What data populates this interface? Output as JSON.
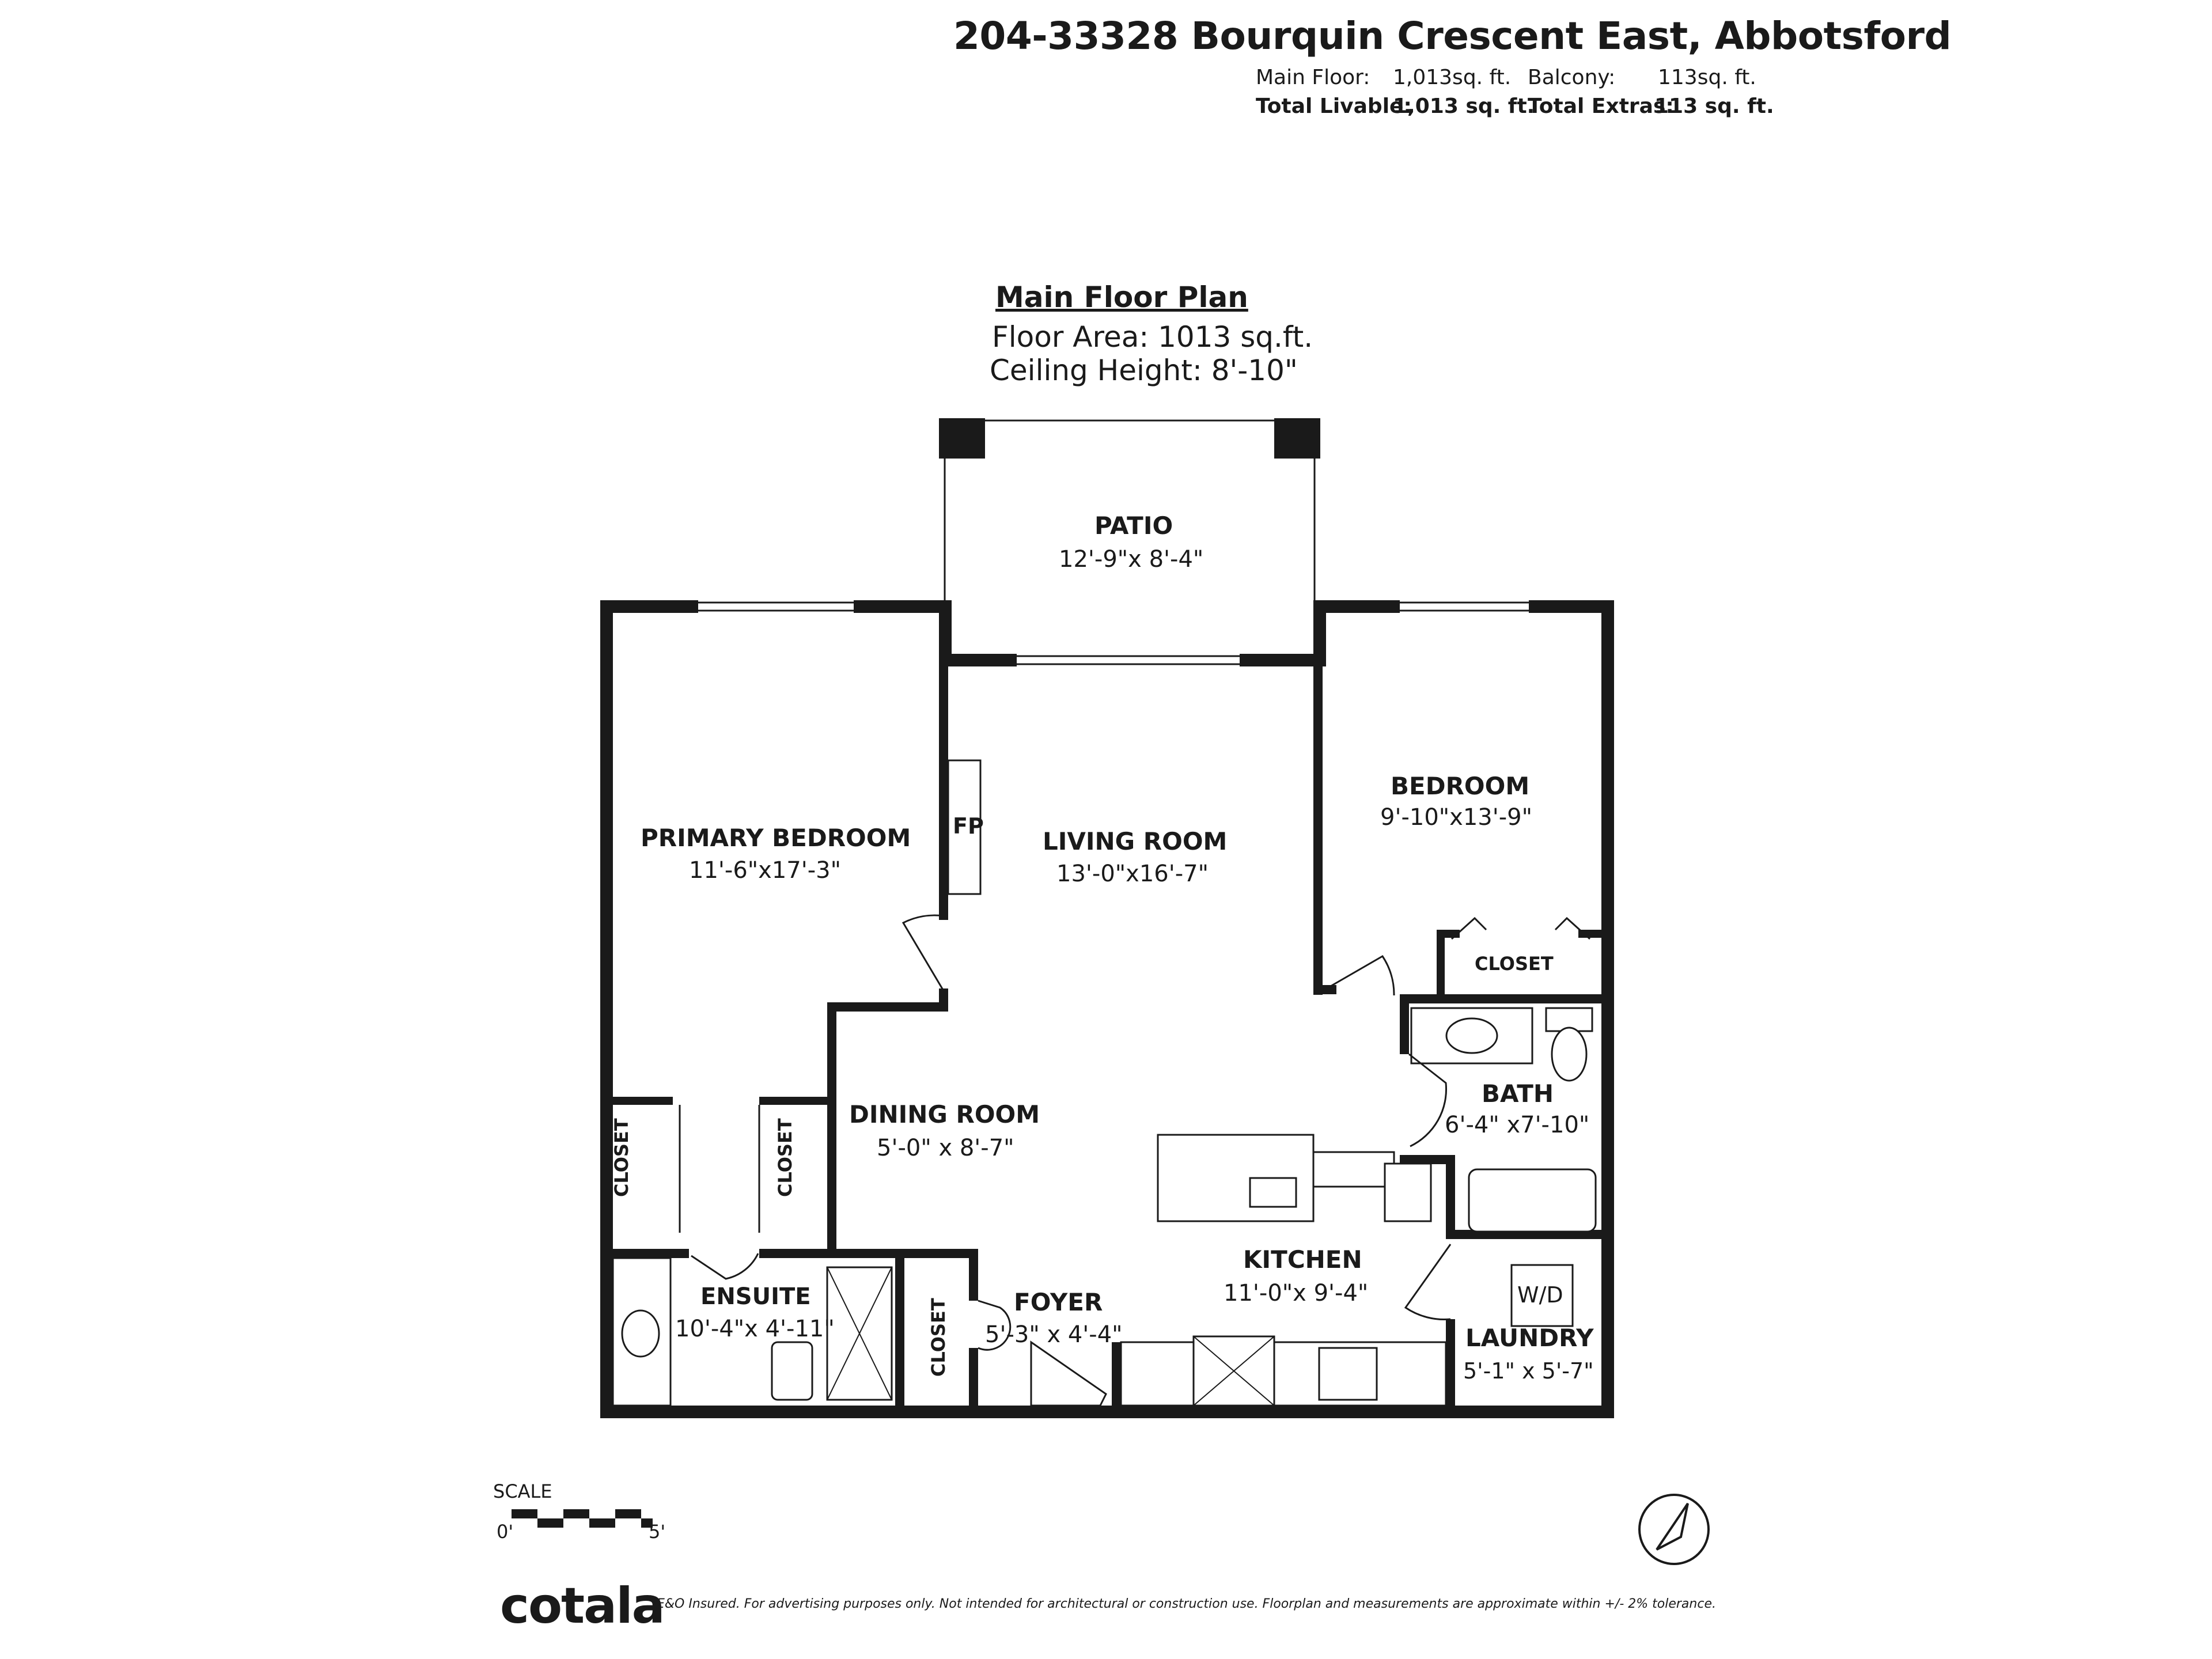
{
  "header": {
    "address": "204-33328 Bourquin Crescent East, Abbotsford",
    "main_floor_label": "Main Floor:",
    "main_floor_value": "1,013sq. ft.",
    "balcony_label": "Balcony:",
    "balcony_value": "113sq. ft.",
    "total_livable_label": "Total Livable:",
    "total_livable_value": "1,013 sq. ft.",
    "total_extras_label": "Total Extras:",
    "total_extras_value": "113 sq. ft."
  },
  "plan": {
    "title": "Main Floor Plan",
    "floor_area": "Floor Area: 1013 sq.ft.",
    "ceiling_height": "Ceiling Height: 8'-10\""
  },
  "rooms": {
    "patio": {
      "name": "PATIO",
      "dims": "12'-9\"x  8'-4\""
    },
    "primary_bedroom": {
      "name": "PRIMARY BEDROOM",
      "dims": "11'-6\"x17'-3\""
    },
    "living_room": {
      "name": "LIVING ROOM",
      "dims": "13'-0\"x16'-7\""
    },
    "bedroom": {
      "name": "BEDROOM",
      "dims": "9'-10\"x13'-9\""
    },
    "closet_bedroom": {
      "name": "CLOSET"
    },
    "bath": {
      "name": "BATH",
      "dims": "6'-4\" x7'-10\""
    },
    "dining_room": {
      "name": "DINING ROOM",
      "dims": "5'-0\" x  8'-7\""
    },
    "closet_left_1": {
      "name": "CLOSET"
    },
    "closet_left_2": {
      "name": "CLOSET"
    },
    "ensuite": {
      "name": "ENSUITE",
      "dims": "10'-4\"x 4'-11\""
    },
    "closet_foyer": {
      "name": "CLOSET"
    },
    "foyer": {
      "name": "FOYER",
      "dims": "5'-3\" x 4'-4\""
    },
    "kitchen": {
      "name": "KITCHEN",
      "dims": "11'-0\"x  9'-4\""
    },
    "laundry": {
      "name": "LAUNDRY",
      "dims": "5'-1\" x  5'-7\""
    },
    "fireplace": {
      "name": "FP"
    },
    "washer_dryer": {
      "name": "W/D"
    }
  },
  "scale": {
    "title": "SCALE",
    "start": "0'",
    "end": "5'"
  },
  "footer": {
    "brand": "cotala",
    "disclaimer": "E&O Insured. For advertising purposes only. Not intended for architectural or construction use. Floorplan and measurements are approximate within +/- 2% tolerance."
  }
}
